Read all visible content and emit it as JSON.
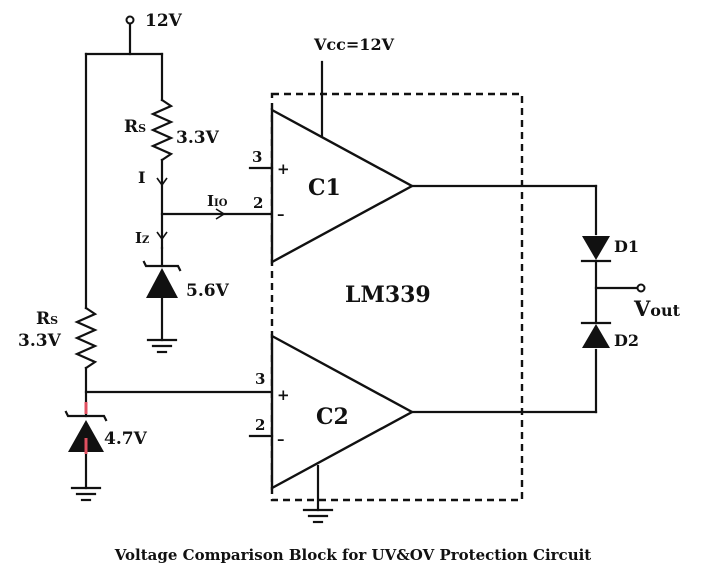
{
  "supply": {
    "label": "12V"
  },
  "vcc": {
    "label": "Vcc=12V"
  },
  "ic": {
    "label": "LM339"
  },
  "comparators": {
    "c1": {
      "name": "C1",
      "pin_plus": "3",
      "pin_minus": "2",
      "plus_sign": "+",
      "minus_sign": "–"
    },
    "c2": {
      "name": "C2",
      "pin_plus": "3",
      "pin_minus": "2",
      "plus_sign": "+",
      "minus_sign": "–"
    }
  },
  "resistors": {
    "upper": {
      "name_main": "R",
      "name_sub": "S",
      "value": "3.3V"
    },
    "lower": {
      "name_main": "R",
      "name_sub": "S",
      "value": "3.3V"
    }
  },
  "currents": {
    "i": "I",
    "iio_main": "I",
    "iio_sub": "IO",
    "iz_main": "I",
    "iz_sub": "Z"
  },
  "zeners": {
    "upper": {
      "value": "5.6V"
    },
    "lower": {
      "value": "4.7V"
    }
  },
  "diodes": {
    "d1": "D1",
    "d2": "D2"
  },
  "output": {
    "label_main": "V",
    "label_sub": "out"
  },
  "caption": "Voltage Comparison Block for UV&OV Protection Circuit",
  "colors": {
    "wire": "#111111",
    "zener_marker": "#e05060"
  }
}
